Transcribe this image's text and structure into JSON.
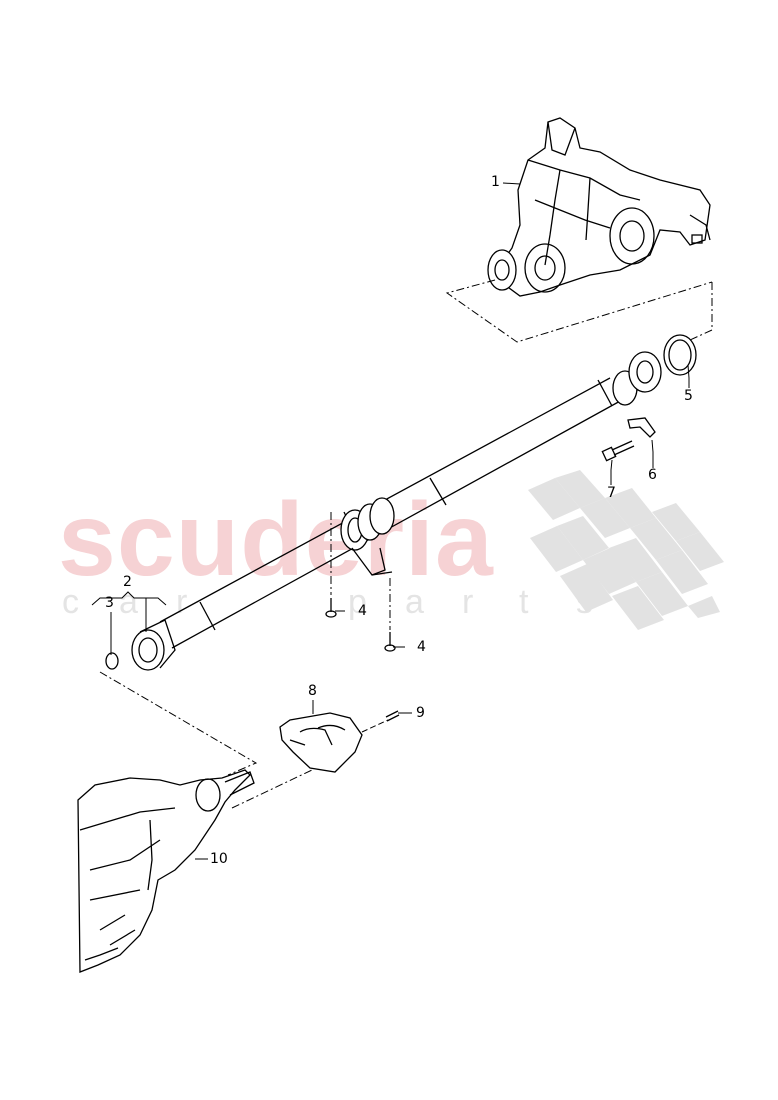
{
  "diagram": {
    "type": "exploded-parts-view",
    "subject": "propeller shaft / drive shaft assembly",
    "colors": {
      "line": "#000000",
      "watermark_text": "#f6d2d4",
      "watermark_sub": "#e4e4e4",
      "checker": "#e2e2e2",
      "background": "#ffffff"
    },
    "watermark": {
      "main": "scuderia",
      "sub_letters": [
        "c",
        "a",
        "r",
        "p",
        "a",
        "r",
        "t",
        "s"
      ]
    },
    "callouts": [
      {
        "id": "1",
        "label": "1",
        "part": "rear final drive / differential"
      },
      {
        "id": "2",
        "label": "2",
        "part": "propeller shaft"
      },
      {
        "id": "3",
        "label": "3",
        "part": "retaining ring"
      },
      {
        "id": "4a",
        "label": "4",
        "part": "bolt (center bearing)"
      },
      {
        "id": "4b",
        "label": "4",
        "part": "bolt (center bearing bracket)"
      },
      {
        "id": "5",
        "label": "5",
        "part": "gasket / flange seal"
      },
      {
        "id": "6",
        "label": "6",
        "part": "lock plate"
      },
      {
        "id": "7",
        "label": "7",
        "part": "socket head bolt"
      },
      {
        "id": "8",
        "label": "8",
        "part": "heat shield"
      },
      {
        "id": "9",
        "label": "9",
        "part": "bolt"
      },
      {
        "id": "10",
        "label": "10",
        "part": "transmission / gearbox"
      }
    ]
  }
}
